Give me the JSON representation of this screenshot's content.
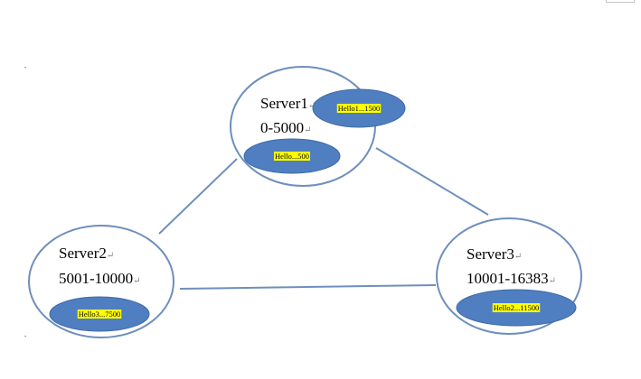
{
  "colors": {
    "node_stroke": "#6e8fbd",
    "edge_stroke": "#6e8fbd",
    "key_fill": "#4f7fc0",
    "key_stroke": "#3f6aa6",
    "highlight": "#ffff00",
    "text": "#000000",
    "mark": "#8a8a8a"
  },
  "paragraph_mark": "↵",
  "servers": [
    {
      "id": "server1",
      "name": "Server1",
      "range": "0-5000"
    },
    {
      "id": "server2",
      "name": "Server2",
      "range": "5001-10000"
    },
    {
      "id": "server3",
      "name": "Server3",
      "range": "10001-16383"
    }
  ],
  "keys": [
    {
      "id": "hello1",
      "label": "Hello1...1500",
      "server": "server1"
    },
    {
      "id": "hello",
      "label": "Hello...500",
      "server": "server1"
    },
    {
      "id": "hello3",
      "label": "Hello3...7500",
      "server": "server2"
    },
    {
      "id": "hello2",
      "label": "Hello2...11500",
      "server": "server3"
    }
  ],
  "connections": [
    {
      "from": "server1",
      "to": "server2"
    },
    {
      "from": "server1",
      "to": "server3"
    },
    {
      "from": "server2",
      "to": "server3"
    }
  ]
}
